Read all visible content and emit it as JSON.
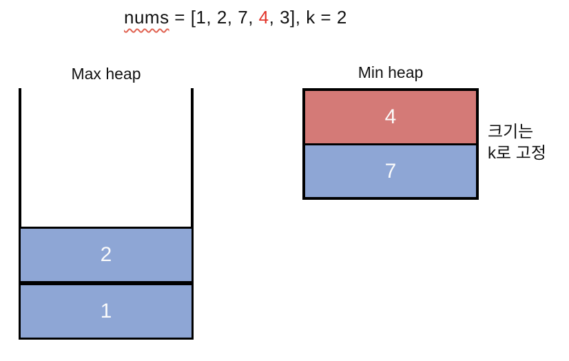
{
  "title": {
    "nums_word": "nums",
    "mid": " = [1, 2, 7, ",
    "highlight": "4",
    "suffix": ", 3], k = 2"
  },
  "max_heap": {
    "label": "Max heap",
    "blocks": [
      {
        "value": "2"
      },
      {
        "value": "1"
      }
    ]
  },
  "min_heap": {
    "label": "Min heap",
    "blocks": [
      {
        "value": "4",
        "fill": "red"
      },
      {
        "value": "7",
        "fill": "blue"
      }
    ]
  },
  "annotation": {
    "line1": "크기는",
    "line2": "k로 고정"
  },
  "colors": {
    "block_blue": "#8ea6d5",
    "block_red": "#d47a77",
    "highlight_red": "#e2352b",
    "squiggle_red": "#e0604f",
    "border_black": "#000000",
    "text_black": "#111111",
    "number_white": "#fbfbfb"
  }
}
